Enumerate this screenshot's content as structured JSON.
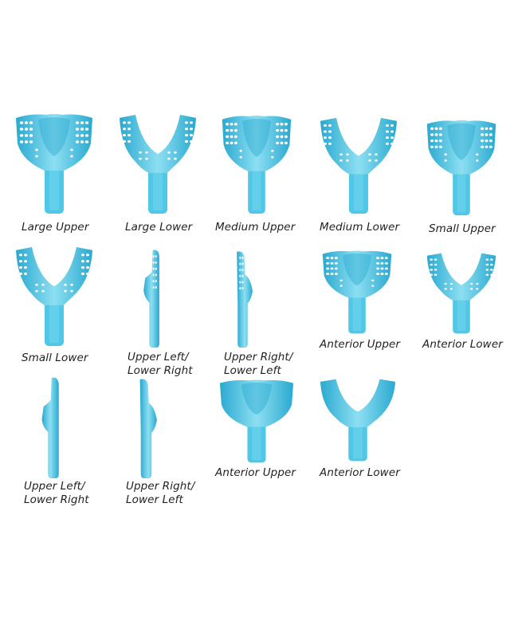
{
  "colors": {
    "tray_fill": "#4fc7e6",
    "tray_dark": "#2aa9d0",
    "tray_light": "#8ddff2",
    "hole": "#ffffff",
    "label": "#1f1f1f"
  },
  "trays": [
    {
      "shape": "upper",
      "label": "Large Upper"
    },
    {
      "shape": "lower",
      "label": "Large Lower"
    },
    {
      "shape": "upper",
      "label": "Medium Upper"
    },
    {
      "shape": "lower",
      "label": "Medium Lower"
    },
    {
      "shape": "upper",
      "label": "Small Upper"
    },
    {
      "shape": "lower",
      "label": "Small Lower"
    },
    {
      "shape": "side-left",
      "label": "Upper Left/",
      "label2": "Lower Right"
    },
    {
      "shape": "side-right",
      "label": "Upper Right/",
      "label2": "Lower Left"
    },
    {
      "shape": "upper",
      "label": "Anterior Upper"
    },
    {
      "shape": "lower",
      "label": "Anterior Lower"
    },
    {
      "shape": "side-left-solid",
      "label": "Upper Left/",
      "label2": "Lower Right"
    },
    {
      "shape": "side-right-solid",
      "label": "Upper Right/",
      "label2": "Lower Left"
    },
    {
      "shape": "upper-solid",
      "label": "Anterior Upper"
    },
    {
      "shape": "lower-solid",
      "label": "Anterior Lower"
    }
  ]
}
